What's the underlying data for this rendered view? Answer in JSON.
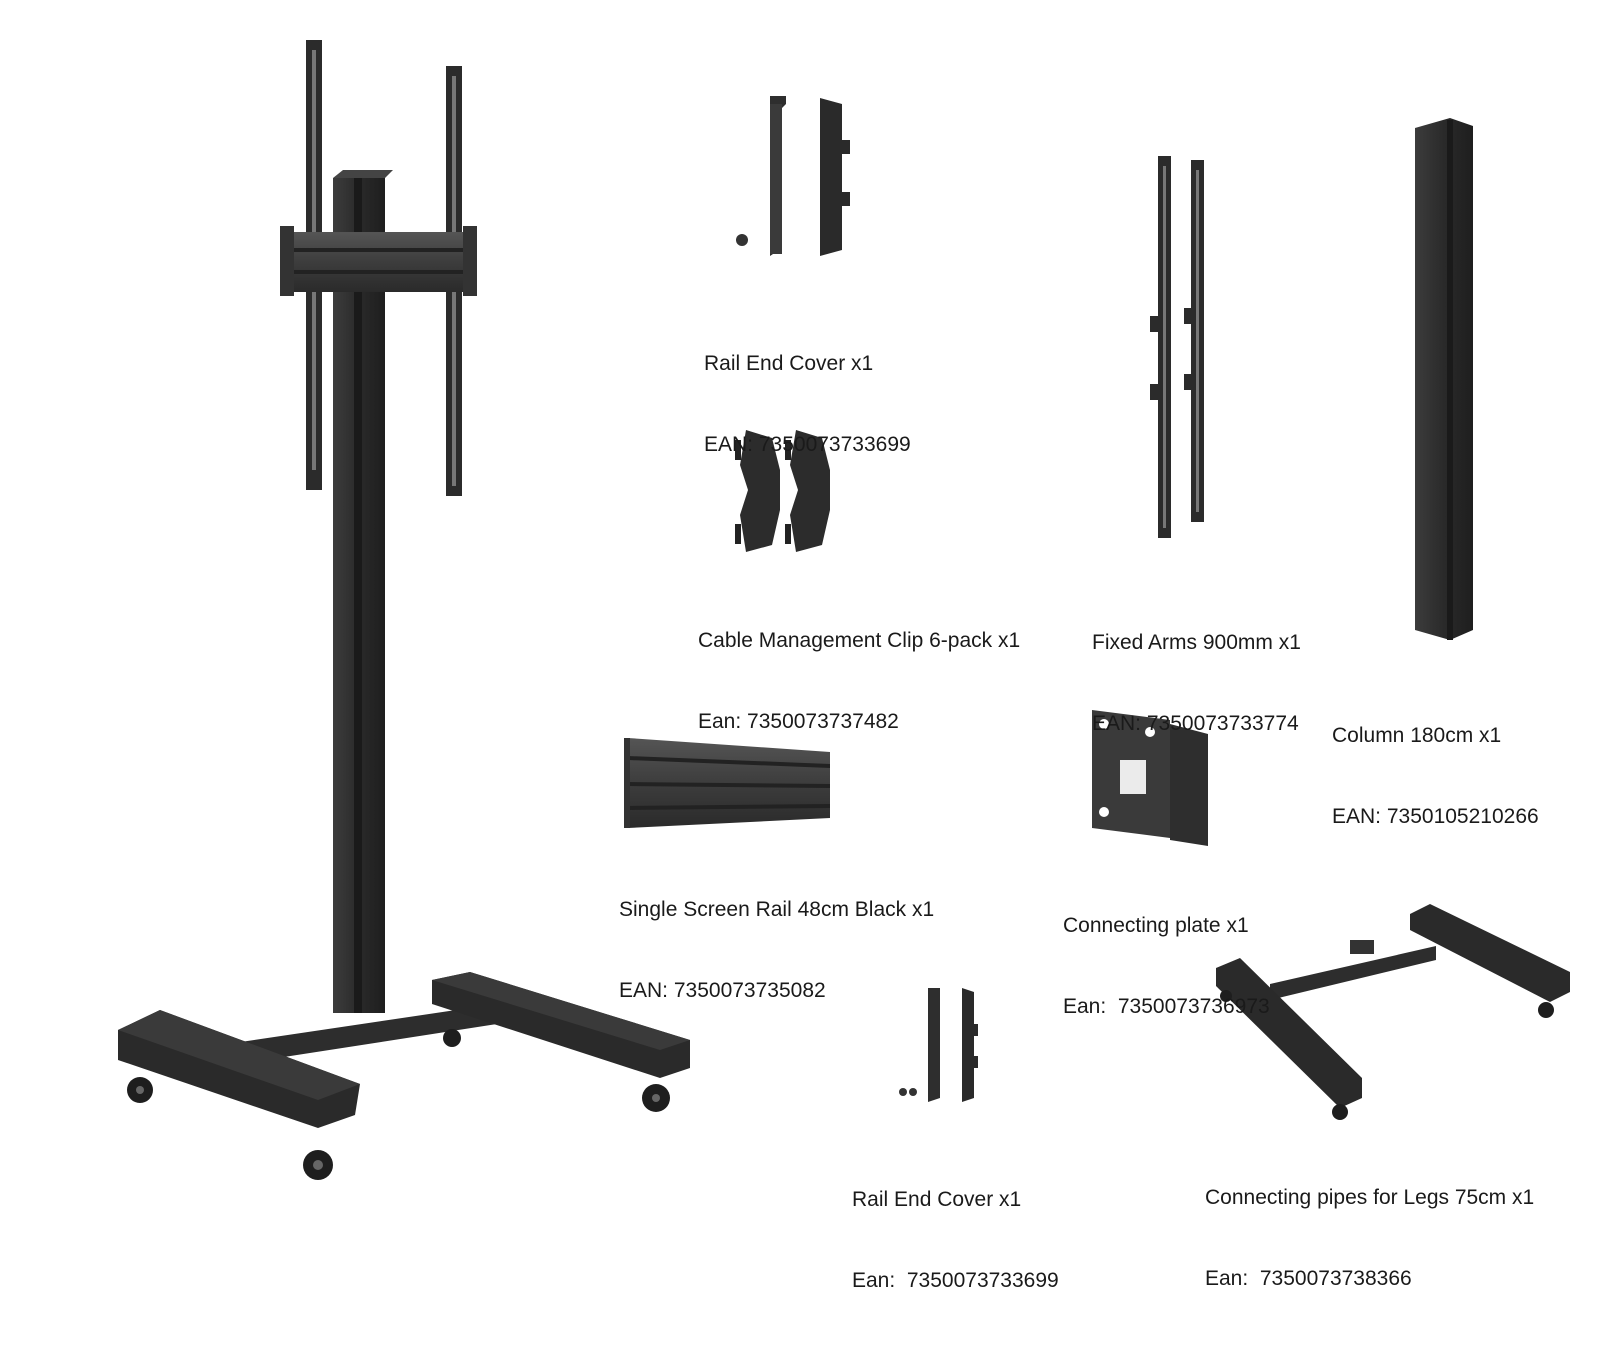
{
  "colors": {
    "metal_dark": "#2b2b2b",
    "metal_mid": "#3a3a3a",
    "metal_light": "#555555",
    "text": "#1a1a1a"
  },
  "parts": {
    "rail_end_cover_top": {
      "name": "Rail End Cover x1",
      "code": "EAN: 7350073733699"
    },
    "cable_clip": {
      "name": "Cable Management Clip 6-pack x1",
      "code": "Ean: 7350073737482"
    },
    "fixed_arms": {
      "name": "Fixed Arms 900mm x1",
      "code": "EAN: 7350073733774"
    },
    "column": {
      "name": "Column 180cm x1",
      "code": "EAN: 7350105210266"
    },
    "screen_rail": {
      "name": "Single Screen Rail 48cm Black x1",
      "code": "EAN: 7350073735082"
    },
    "connecting_plate": {
      "name": "Connecting plate x1",
      "code": "Ean:  7350073736973"
    },
    "rail_end_cover_bottom": {
      "name": "Rail End Cover x1",
      "code": "Ean:  7350073733699"
    },
    "connecting_pipes": {
      "name": "Connecting pipes for Legs 75cm x1",
      "code": "Ean:  7350073738366"
    }
  }
}
